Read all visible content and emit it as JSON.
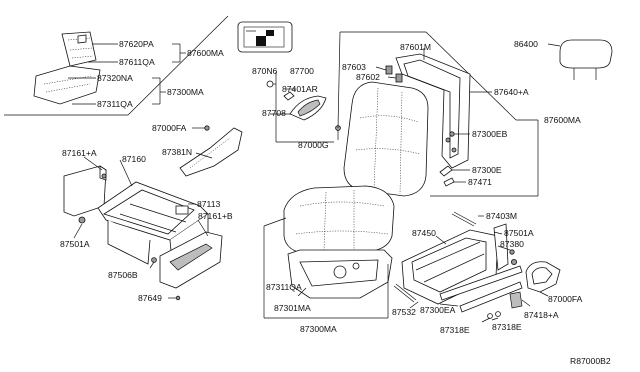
{
  "diagram_code": "R87000B2",
  "callouts": {
    "p87620PA": "87620PA",
    "p87611QA": "87611QA",
    "p87600MA_top": "87600MA",
    "p87320NA": "87320NA",
    "p87311QA_top": "87311QA",
    "p87300MA_top": "87300MA",
    "p870N6": "870N6",
    "p87700": "87700",
    "p87401AR": "87401AR",
    "p87708": "87708",
    "p87000G": "87000G",
    "p87000FA_left": "87000FA",
    "p87381N": "87381N",
    "p87161A_left": "87161+A",
    "p87160": "87160",
    "p87113": "87113",
    "p87161B": "87161+B",
    "p87501A_left": "87501A",
    "p87506B": "87506B",
    "p87649": "87649",
    "p87601M": "87601M",
    "p87603": "87603",
    "p87602": "87602",
    "p87640A": "87640+A",
    "p87600MA_right": "87600MA",
    "p87300EB": "87300EB",
    "p87300E": "87300E",
    "p87471": "87471",
    "p86400": "86400",
    "p87403M": "87403M",
    "p87450": "87450",
    "p87501A_right": "87501A",
    "p87380": "87380",
    "p87311QA_mid": "87311QA",
    "p87301MA": "87301MA",
    "p87300MA_bottom": "87300MA",
    "p87532": "87532",
    "p87300EA": "87300EA",
    "p87318E_a": "87318E",
    "p87318E_b": "87318E",
    "p87418A": "87418+A",
    "p87000FA_right": "87000FA"
  }
}
